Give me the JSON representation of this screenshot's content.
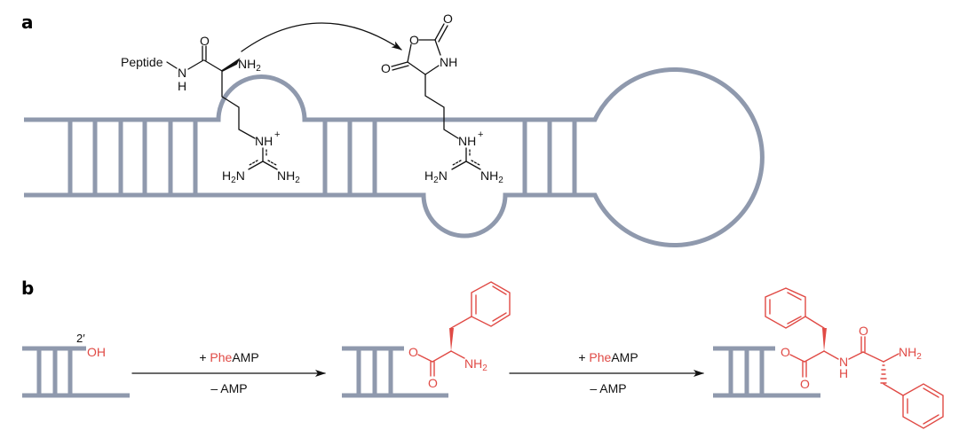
{
  "figure": {
    "panel_a": {
      "label": "a",
      "reactant": {
        "peptide_label": "Peptide",
        "amide_n": "N",
        "amide_h": "H",
        "carbonyl_o": "O",
        "amine": "NH",
        "amine_sub": "2",
        "guanidinium_nh": "NH",
        "guanidinium_charge": "+",
        "guanidinium_left": "H",
        "guanidinium_left_sub": "2",
        "guanidinium_left_n": "N",
        "guanidinium_right": "NH",
        "guanidinium_right_sub": "2"
      },
      "product": {
        "ring_o": "O",
        "carbonyl_o_top": "O",
        "carbonyl_o_left": "O",
        "ring_nh": "NH",
        "guanidinium_nh": "NH",
        "guanidinium_charge": "+",
        "guanidinium_left": "H",
        "guanidinium_left_sub": "2",
        "guanidinium_left_n": "N",
        "guanidinium_right": "NH",
        "guanidinium_right_sub": "2"
      },
      "rna_color": "#8f99ad"
    },
    "panel_b": {
      "label": "b",
      "start": {
        "position_label": "2′",
        "hydroxyl": "OH"
      },
      "step1": {
        "plus": "+ ",
        "reagent_highlight": "Phe",
        "reagent_rest": "AMP",
        "byproduct": "– AMP"
      },
      "intermediate": {
        "ester_o": "O",
        "carbonyl_o": "O",
        "amine": "NH",
        "amine_sub": "2"
      },
      "step2": {
        "plus": "+ ",
        "reagent_highlight": "Phe",
        "reagent_rest": "AMP",
        "byproduct": "– AMP"
      },
      "product": {
        "ester_o": "O",
        "carbonyl_o": "O",
        "amide_n": "N",
        "amide_h": "H",
        "amide_o": "O",
        "amine": "NH",
        "amine_sub": "2"
      },
      "highlight_color": "#e04a45"
    }
  }
}
